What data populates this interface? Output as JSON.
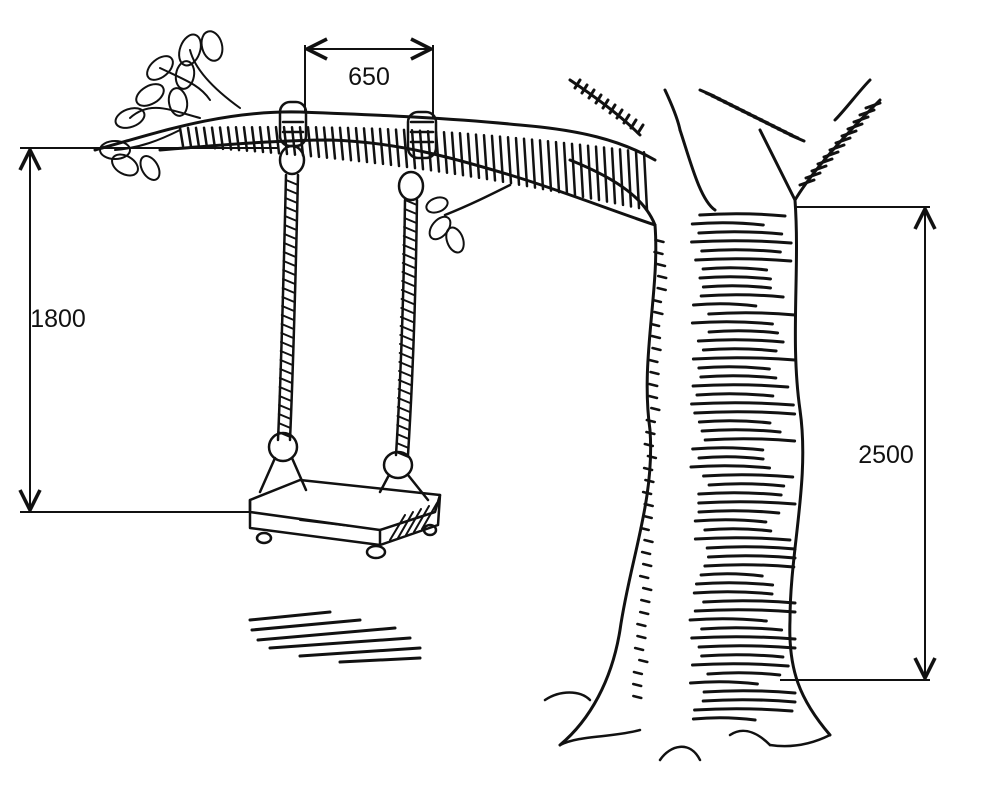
{
  "diagram": {
    "dimensions": {
      "swing_width": "650",
      "swing_height": "1800",
      "branch_height": "2500"
    },
    "colors": {
      "ink": "#111111",
      "background": "#ffffff"
    }
  }
}
